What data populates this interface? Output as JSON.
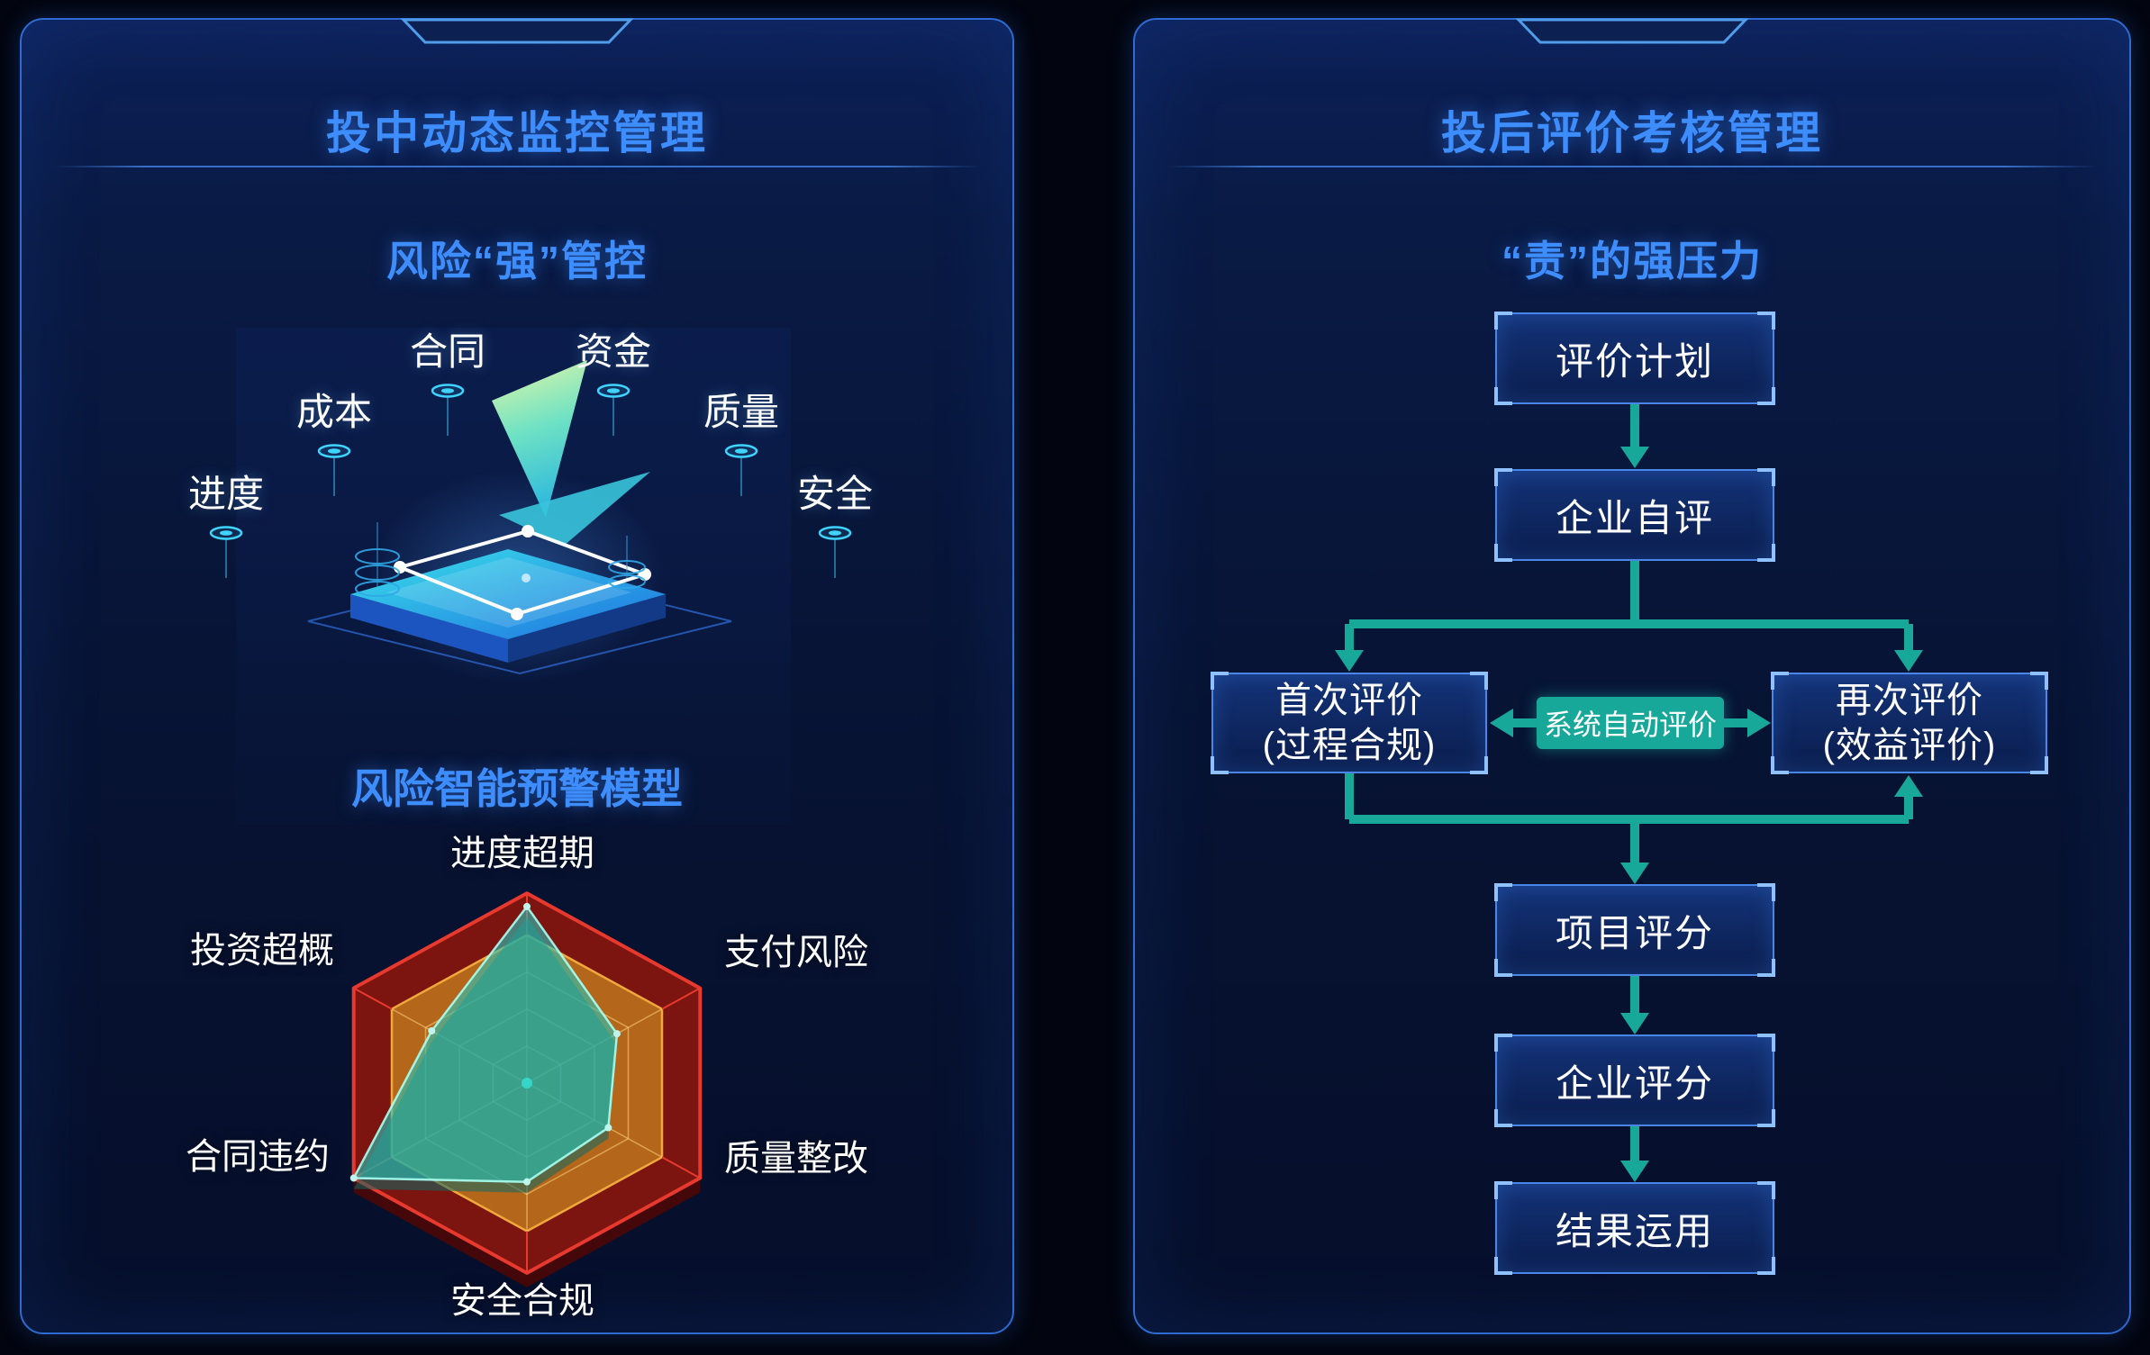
{
  "theme": {
    "background": "#02050f",
    "panel_border": "#2e6ad2",
    "title_color": "#3e8dff",
    "text_color": "#ffffff",
    "arrow_color": "#18a89a",
    "box_border": "#4a86e8",
    "radar_red": "#7c1410",
    "radar_orange": "#b4671a",
    "radar_teal": "#28c6ba"
  },
  "left_panel": {
    "title": "投中动态监控管理",
    "subtitle": "风险“强”管控",
    "monitor_labels": [
      "合同",
      "资金",
      "成本",
      "质量",
      "进度",
      "安全"
    ],
    "model_title": "风险智能预警模型"
  },
  "right_panel": {
    "title": "投后评价考核管理",
    "subtitle": "“责”的强压力",
    "flow": {
      "step_plan": "评价计划",
      "step_self": "企业自评",
      "first_eval_line1": "首次评价",
      "first_eval_line2": "(过程合规)",
      "auto_eval": "系统自动评价",
      "second_eval_line1": "再次评价",
      "second_eval_line2": "(效益评价)",
      "step_project": "项目评分",
      "step_company": "企业评分",
      "step_result": "结果运用"
    }
  },
  "chart_data": {
    "type": "radar",
    "title": "风险智能预警模型",
    "categories": [
      "进度超期",
      "支付风险",
      "质量整改",
      "安全合规",
      "合同违约",
      "投资超概"
    ],
    "values": [
      0.93,
      0.52,
      0.47,
      0.52,
      1.0,
      0.55
    ],
    "value_range": [
      0,
      1
    ],
    "grid_levels": 4,
    "legend": "none"
  }
}
